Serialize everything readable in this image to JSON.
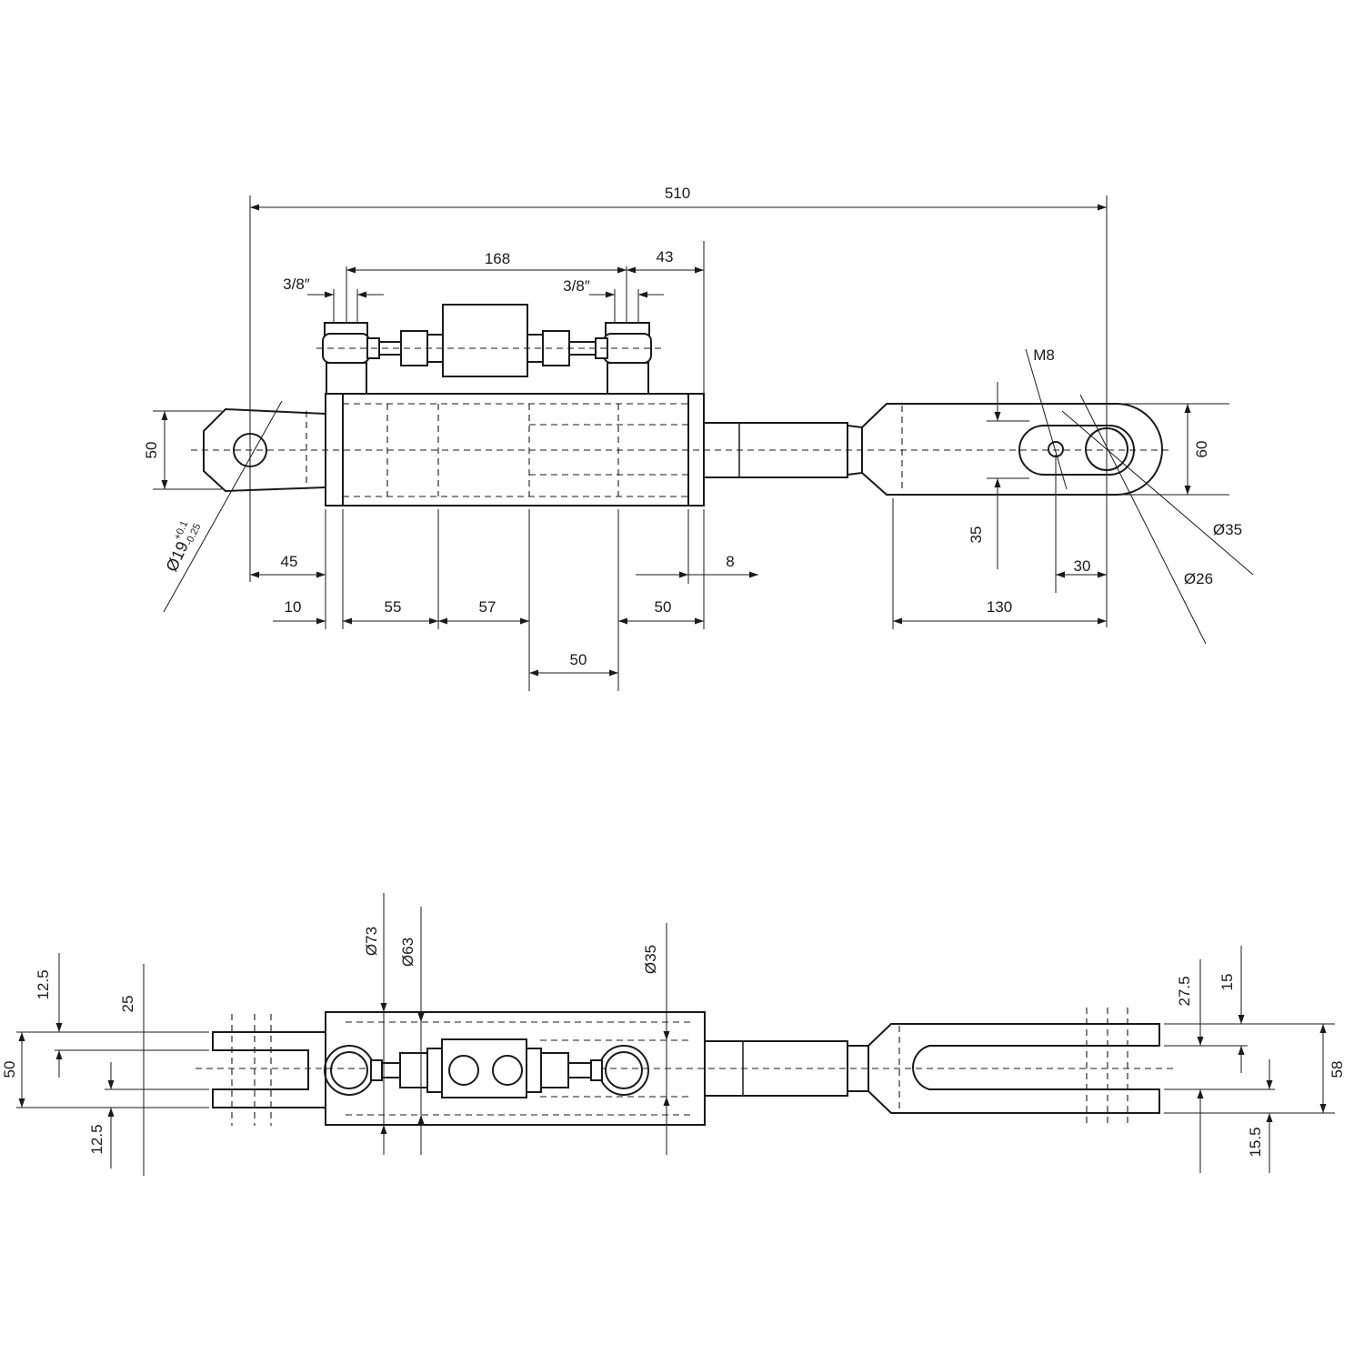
{
  "top_view": {
    "dim_overall": "510",
    "dim_port_spacing": "168",
    "dim_port_to_end": "43",
    "dim_port_left": "3/8″",
    "dim_port_right": "3/8″",
    "dim_clevis_height": "50",
    "dim_pin_hole": "Ø19",
    "tol_upper": "+0.1",
    "tol_lower": "-0.25",
    "dim_thread": "M8",
    "dim_eye_height": "60",
    "dim_eye_35": "35",
    "dim_eye_od": "Ø35",
    "dim_eye_hole": "Ø26",
    "dim_hole_spacing": "30",
    "dim_clevis_len": "45",
    "dim_head_8": "8",
    "dim_cap": "10",
    "dim_seg_55": "55",
    "dim_seg_57": "57",
    "dim_seg_50": "50",
    "dim_seg_50b": "50",
    "dim_eye_len": "130"
  },
  "bottom_view": {
    "dim_barrel_od": "Ø73",
    "dim_bore": "Ø63",
    "dim_rod": "Ø35",
    "dim_fork_gap": "25",
    "dim_fork_top": "12.5",
    "dim_fork_bottom": "12.5",
    "dim_fork_height": "50",
    "dim_eye_fork_total": "58",
    "dim_eye_fork_275": "27.5",
    "dim_eye_fork_15": "15",
    "dim_eye_fork_155": "15.5"
  }
}
